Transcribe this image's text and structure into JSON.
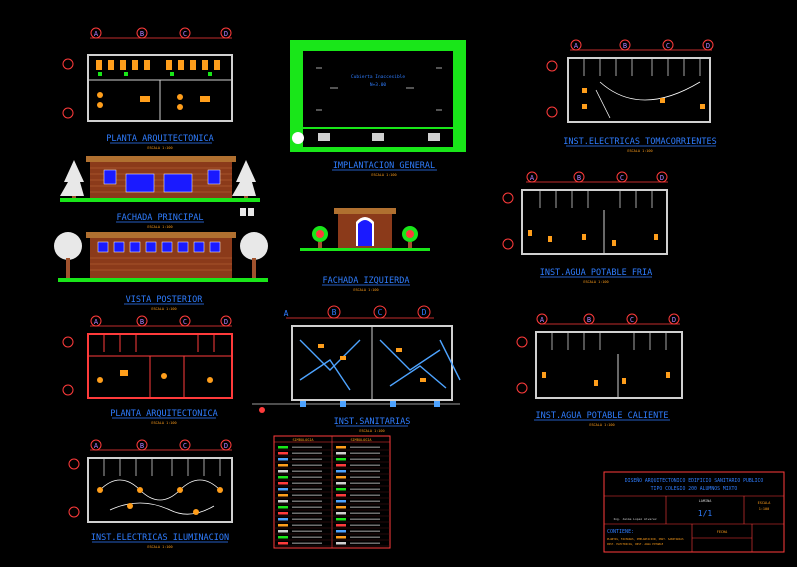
{
  "colors": {
    "background": "#000000",
    "frame": "#ff2a2a",
    "title_text": "#2f7dff",
    "grid_bubble": "#ff3b3b",
    "grid_letter": "#b080ff",
    "wall": "#d0d0d0",
    "fixture": "#ff9e1b",
    "site_green": "#19e619",
    "brick": "#a0522d",
    "tree": "#e8e8e8",
    "sanitary_pipe": "#4da3ff"
  },
  "drawings": {
    "planta_arq_1": "PLANTA ARQUITECTONICA",
    "planta_arq_1_scale": "ESCALA 1:100",
    "implantacion": "IMPLANTACION GENERAL",
    "implantacion_scale": "ESCALA 1:100",
    "inst_tomacorrientes": "INST.ELECTRICAS TOMACORRIENTES",
    "inst_tomacorrientes_scale": "ESCALA 1:100",
    "fachada_principal": "FACHADA PRINCIPAL",
    "fachada_principal_scale": "ESCALA 1:100",
    "fachada_izquierda": "FACHADA IZQUIERDA",
    "fachada_izquierda_scale": "ESCALA 1:100",
    "agua_fria": "INST.AGUA POTABLE FRIA",
    "agua_fria_scale": "ESCALA 1:100",
    "vista_posterior": "VISTA POSTERIOR",
    "vista_posterior_scale": "ESCALA 1:100",
    "planta_arq_2": "PLANTA ARQUITECTONICA",
    "planta_arq_2_scale": "ESCALA 1:100",
    "sanitarias": "INST.SANITARIAS",
    "sanitarias_scale": "ESCALA 1:100",
    "agua_caliente": "INST.AGUA POTABLE CALIENTE",
    "agua_caliente_scale": "ESCALA 1:100",
    "iluminacion": "INST.ELECTRICAS ILUMINACION",
    "iluminacion_scale": "ESCALA 1:100"
  },
  "grid_letters": [
    "A",
    "B",
    "C",
    "D"
  ],
  "site_plan": {
    "label_1": "Cubierta Inaccesible",
    "label_2": "N+3.00"
  },
  "title_block": {
    "title_line_1": "DISEÑO ARQUITECTONICO EDIFICIO SANITARIO PUBLICO",
    "title_line_2": "TIPO COLEGIO 200 ALUMNOS MIXTO",
    "lamina_label": "LAMINA",
    "lamina_value": "1/1",
    "author": "Ing. Jaime Lopez Alvarez",
    "contiene_label": "CONTIENE:",
    "contiene_1": "PLANTAS, FACHADAS, IMPLANTACION, INST. SANITARIAS",
    "contiene_2": "INST. ELECTRICAS, INST. AGUA POTABLE",
    "escala_label": "ESCALA",
    "escala_value": "1:100",
    "fecha_label": "FECHA"
  },
  "legend": {
    "header_left": "SIMBOLOGIA",
    "header_right": "SIMBOLOGIA"
  }
}
